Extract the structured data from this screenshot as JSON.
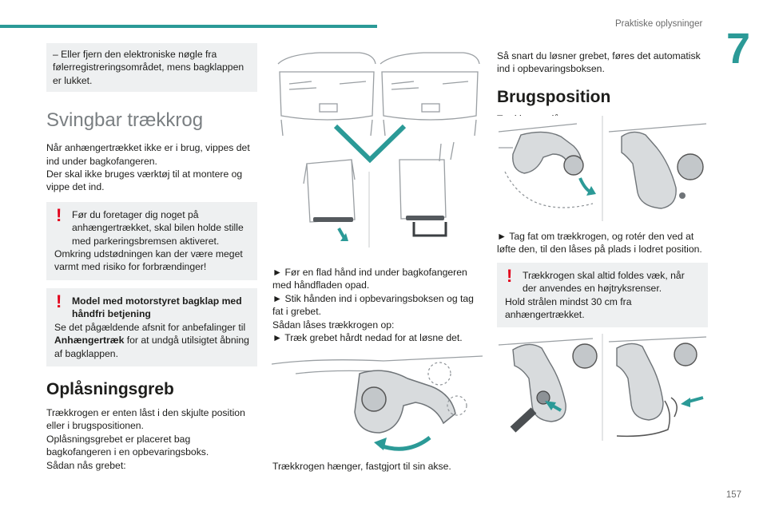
{
  "header": {
    "section_title": "Praktiske oplysninger",
    "chapter": "7",
    "page_number": "157"
  },
  "col1": {
    "note_top": "– Eller fjern den elektroniske nøgle fra følerregistreringsområdet, mens bagklappen er lukket.",
    "heading1": "Svingbar trækkrog",
    "para1": "Når anhængertrækket ikke er i brug, vippes det ind under bagkofangeren.",
    "para2": "Der skal ikke bruges værktøj til at montere og vippe det ind.",
    "warn1_line1": "Før du foretager dig noget på anhængertrækket, skal bilen holde stille med parkeringsbremsen aktiveret.",
    "warn1_line2": "Omkring udstødningen kan der være meget varmt med risiko for forbrændinger!",
    "warn2_title": "Model med motorstyret bagklap med håndfri betjening",
    "warn2_text_a": "Se det pågældende afsnit for anbefalinger til ",
    "warn2_text_bold": "Anhængertræk",
    "warn2_text_b": " for at undgå utilsigtet åbning af bagklappen.",
    "heading2": "Oplåsningsgreb",
    "para3": "Trækkrogen er enten låst i den skjulte position eller i brugspositionen.",
    "para4": "Oplåsningsgrebet er placeret bag bagkofangeren i en opbevaringsboks.",
    "para5": "Sådan nås grebet:"
  },
  "col2": {
    "step1": "► Før en flad hånd ind under bagkofangeren med håndfladen opad.",
    "step2": "► Stik hånden ind i opbevaringsboksen og tag fat i grebet.",
    "lock_intro": "Sådan låses trækkrogen op:",
    "step3": "► Træk grebet hårdt nedad for at løsne det.",
    "caption": "Trækkrogen hænger, fastgjort til sin akse."
  },
  "col3": {
    "para1": "Så snart du løsner grebet, føres det automatisk ind i opbevaringsboksen.",
    "heading": "Brugsposition",
    "unlocked": "Trækkrog oplåst:",
    "step1": "► Tag fat om trækkrogen, og rotér den ved at løfte den, til den låses på plads i lodret position.",
    "warn_line1": "Trækkrogen skal altid foldes væk, når der anvendes en højtryksrenser.",
    "warn_line2": "Hold strålen mindst 30 cm fra anhængertrækket."
  },
  "colors": {
    "accent": "#2b9a97",
    "warning": "#e2001a",
    "note_bg": "#eef0f1"
  }
}
